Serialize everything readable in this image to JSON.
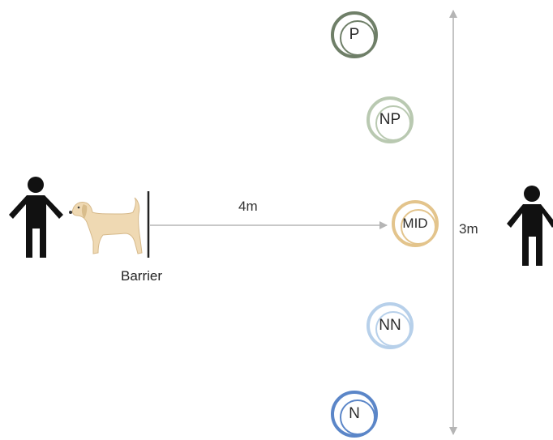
{
  "labels": {
    "barrier": "Barrier",
    "distance_horizontal": "4m",
    "distance_vertical": "3m"
  },
  "bowls": [
    {
      "id": "P",
      "label": "P",
      "color": "#6f7f68"
    },
    {
      "id": "NP",
      "label": "NP",
      "color": "#b9c9b1"
    },
    {
      "id": "MID",
      "label": "MID",
      "color": "#e3c48c"
    },
    {
      "id": "NN",
      "label": "NN",
      "color": "#b7d0ea"
    },
    {
      "id": "N",
      "label": "N",
      "color": "#5b86c8"
    }
  ],
  "colors": {
    "person": "#111111",
    "dog": "#efd9b3",
    "arrow": "#b5b5b5"
  },
  "icons": [
    "person-icon",
    "dog-icon"
  ]
}
